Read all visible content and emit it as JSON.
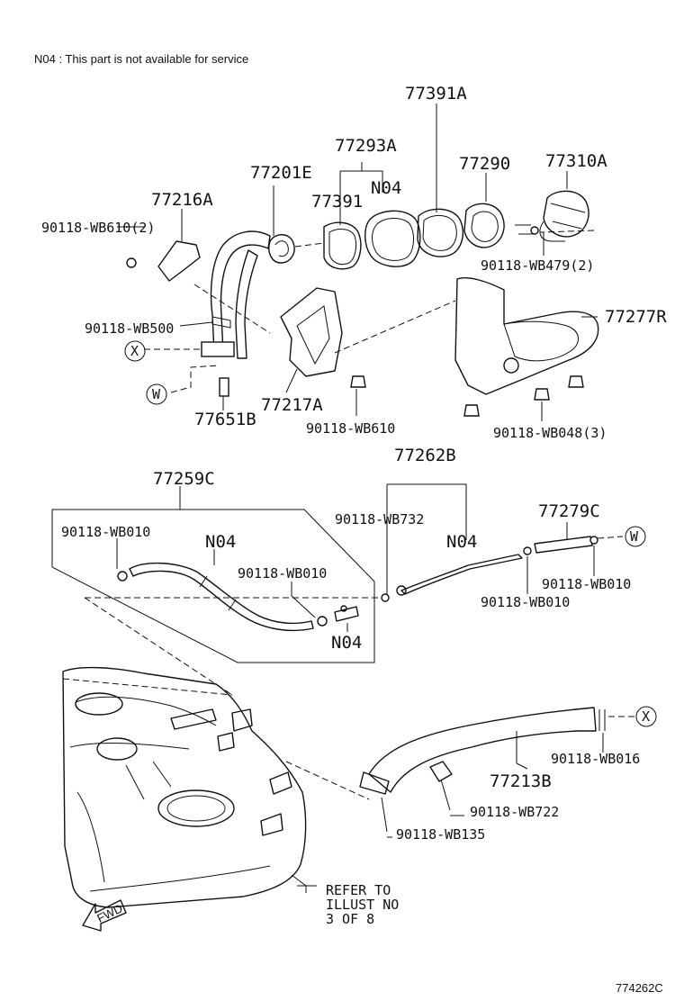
{
  "note": "N04 : This part is not available for service",
  "illustration_id": "774262C",
  "refer_note": {
    "line1": "REFER TO",
    "line2": "ILLUST NO",
    "line3": "3 OF 8"
  },
  "fwd": "FWD",
  "callouts": {
    "c77391A": "77391A",
    "c77293A": "77293A",
    "c77290": "77290",
    "c77310A": "77310A",
    "c77201E": "77201E",
    "c77391": "77391",
    "n04_top": "N04",
    "c77216A": "77216A",
    "wb610_2": "90118-WB610(2)",
    "wb479_2": "90118-WB479(2)",
    "c77277R": "77277R",
    "wb500": "90118-WB500",
    "x_top": "X",
    "w_left": "W",
    "c77217A": "77217A",
    "c77651B": "77651B",
    "wb610": "90118-WB610",
    "wb048_3": "90118-WB048(3)",
    "c77262B": "77262B",
    "c77259C": "77259C",
    "wb732": "90118-WB732",
    "c77279C": "77279C",
    "w_right": "W",
    "wb010_a": "90118-WB010",
    "n04_mid_left": "N04",
    "wb010_b": "90118-WB010",
    "n04_mid_center": "N04",
    "wb010_c": "90118-WB010",
    "wb010_d": "90118-WB010",
    "n04_low": "N04",
    "x_right": "X",
    "wb016": "90118-WB016",
    "c77213B": "77213B",
    "wb722": "90118-WB722",
    "wb135": "90118-WB135"
  }
}
